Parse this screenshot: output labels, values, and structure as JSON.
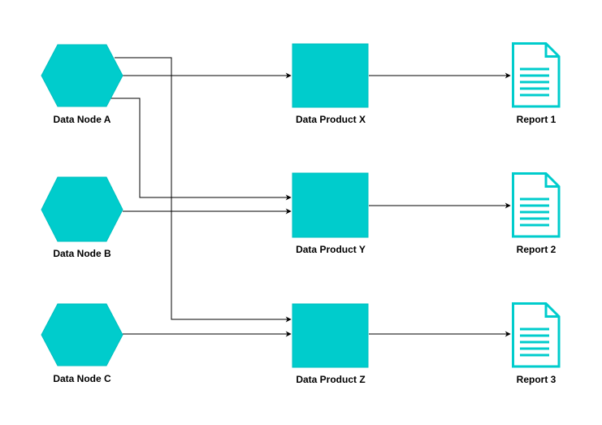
{
  "colors": {
    "node_fill": "#00CCCC",
    "node_stroke": "#00BFBF",
    "edge": "#000000",
    "background": "#FFFFFF"
  },
  "nodes": {
    "data_node_a": {
      "label": "Data Node A",
      "shape": "hexagon"
    },
    "data_node_b": {
      "label": "Data Node B",
      "shape": "hexagon"
    },
    "data_node_c": {
      "label": "Data Node C",
      "shape": "hexagon"
    },
    "data_product_x": {
      "label": "Data Product X",
      "shape": "square"
    },
    "data_product_y": {
      "label": "Data Product Y",
      "shape": "square"
    },
    "data_product_z": {
      "label": "Data Product Z",
      "shape": "square"
    },
    "report_1": {
      "label": "Report 1",
      "shape": "document-icon"
    },
    "report_2": {
      "label": "Report 2",
      "shape": "document-icon"
    },
    "report_3": {
      "label": "Report 3",
      "shape": "document-icon"
    }
  },
  "edges": [
    {
      "from": "data_node_a",
      "to": "data_product_x"
    },
    {
      "from": "data_node_a",
      "to": "data_product_y"
    },
    {
      "from": "data_node_a",
      "to": "data_product_z"
    },
    {
      "from": "data_node_b",
      "to": "data_product_y"
    },
    {
      "from": "data_node_c",
      "to": "data_product_z"
    },
    {
      "from": "data_product_x",
      "to": "report_1"
    },
    {
      "from": "data_product_y",
      "to": "report_2"
    },
    {
      "from": "data_product_z",
      "to": "report_3"
    }
  ]
}
